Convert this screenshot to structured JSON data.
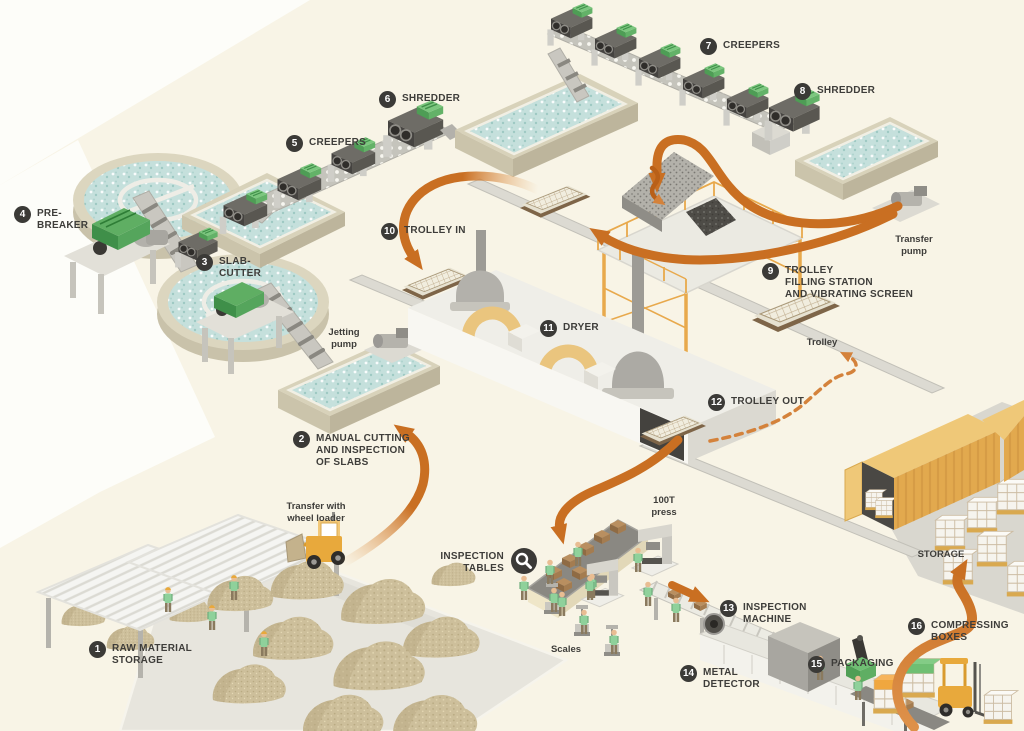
{
  "diagram": {
    "type": "isometric-process-flow",
    "subject": "rubber processing factory line",
    "colors": {
      "background": "#F8F4E6",
      "highlight_white": "#FDFDF9",
      "arrow_orange": "#C96F22",
      "arrow_light": "#E8A963",
      "badge": "#3B3A37",
      "label_text": "#3E3D3A",
      "water": "#C5E0DC",
      "scaffold_orange": "#E8A94C",
      "container_orange": "#E2A94E",
      "machine_green": "#5FAE63",
      "material_tan": "#CDBF9B"
    },
    "steps": [
      {
        "num": "1",
        "label": "RAW MATERIAL\nSTORAGE"
      },
      {
        "num": "2",
        "label": "MANUAL CUTTING\nAND INSPECTION\nOF SLABS"
      },
      {
        "num": "3",
        "label": "SLAB-\nCUTTER"
      },
      {
        "num": "4",
        "label": "PRE-\nBREAKER"
      },
      {
        "num": "5",
        "label": "CREEPERS"
      },
      {
        "num": "6",
        "label": "SHREDDER"
      },
      {
        "num": "7",
        "label": "CREEPERS"
      },
      {
        "num": "8",
        "label": "SHREDDER"
      },
      {
        "num": "9",
        "label": "TROLLEY\nFILLING STATION\nAND VIBRATING SCREEN"
      },
      {
        "num": "10",
        "label": "TROLLEY IN"
      },
      {
        "num": "11",
        "label": "DRYER"
      },
      {
        "num": "12",
        "label": "TROLLEY OUT"
      },
      {
        "num": "13",
        "label": "INSPECTION\nMACHINE"
      },
      {
        "num": "14",
        "label": "METAL\nDETECTOR"
      },
      {
        "num": "15",
        "label": "PACKAGING"
      },
      {
        "num": "16",
        "label": "COMPRESSING\nBOXES"
      }
    ],
    "annotations": {
      "jetting_pump": "Jetting\npump",
      "transfer_pump": "Transfer\npump",
      "trolley": "Trolley",
      "wheel_loader": "Transfer with\nwheel loader",
      "inspection_tables": "INSPECTION\nTABLES",
      "scales": "Scales",
      "press": "100T\npress",
      "storage": "STORAGE"
    }
  }
}
